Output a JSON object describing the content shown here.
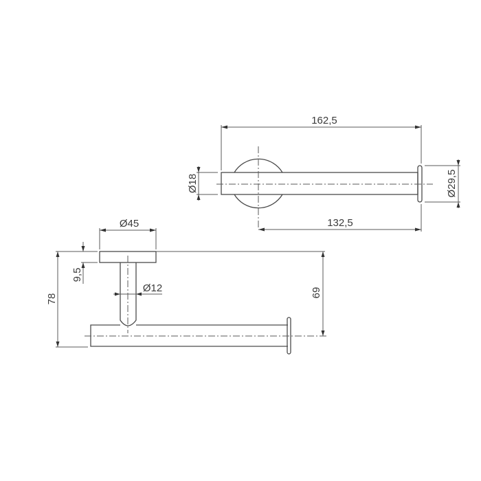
{
  "drawing": {
    "type": "technical-dimension-drawing",
    "subject": "toilet paper holder",
    "units": "mm",
    "line_color": "#4a4a4a",
    "background": "#ffffff"
  },
  "top_view": {
    "overall_length": "162,5",
    "projection_from_center": "132,5",
    "bar_diameter": "Ø18",
    "end_cap_diameter": "Ø29,5"
  },
  "side_view": {
    "rosette_diameter": "Ø45",
    "rosette_thickness": "9,5",
    "stem_diameter": "Ø12",
    "overall_height": "78",
    "height_to_bar_axis": "69"
  }
}
